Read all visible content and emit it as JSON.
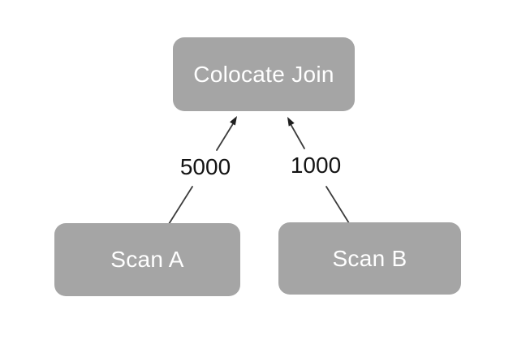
{
  "colors": {
    "background": "#ffffff",
    "node_fill": "#a5a5a5",
    "node_text": "#ffffff",
    "edge_line": "#3c3c3c",
    "arrowhead": "#1f1f1f",
    "edge_label_text": "#141414"
  },
  "diagram": {
    "type": "query-plan-tree",
    "nodes": {
      "colocate_join": {
        "label": "Colocate Join"
      },
      "scan_a": {
        "label": "Scan A"
      },
      "scan_b": {
        "label": "Scan B"
      }
    },
    "edges": [
      {
        "from": "Scan A",
        "to": "Colocate Join",
        "label": "5000"
      },
      {
        "from": "Scan B",
        "to": "Colocate Join",
        "label": "1000"
      }
    ]
  }
}
